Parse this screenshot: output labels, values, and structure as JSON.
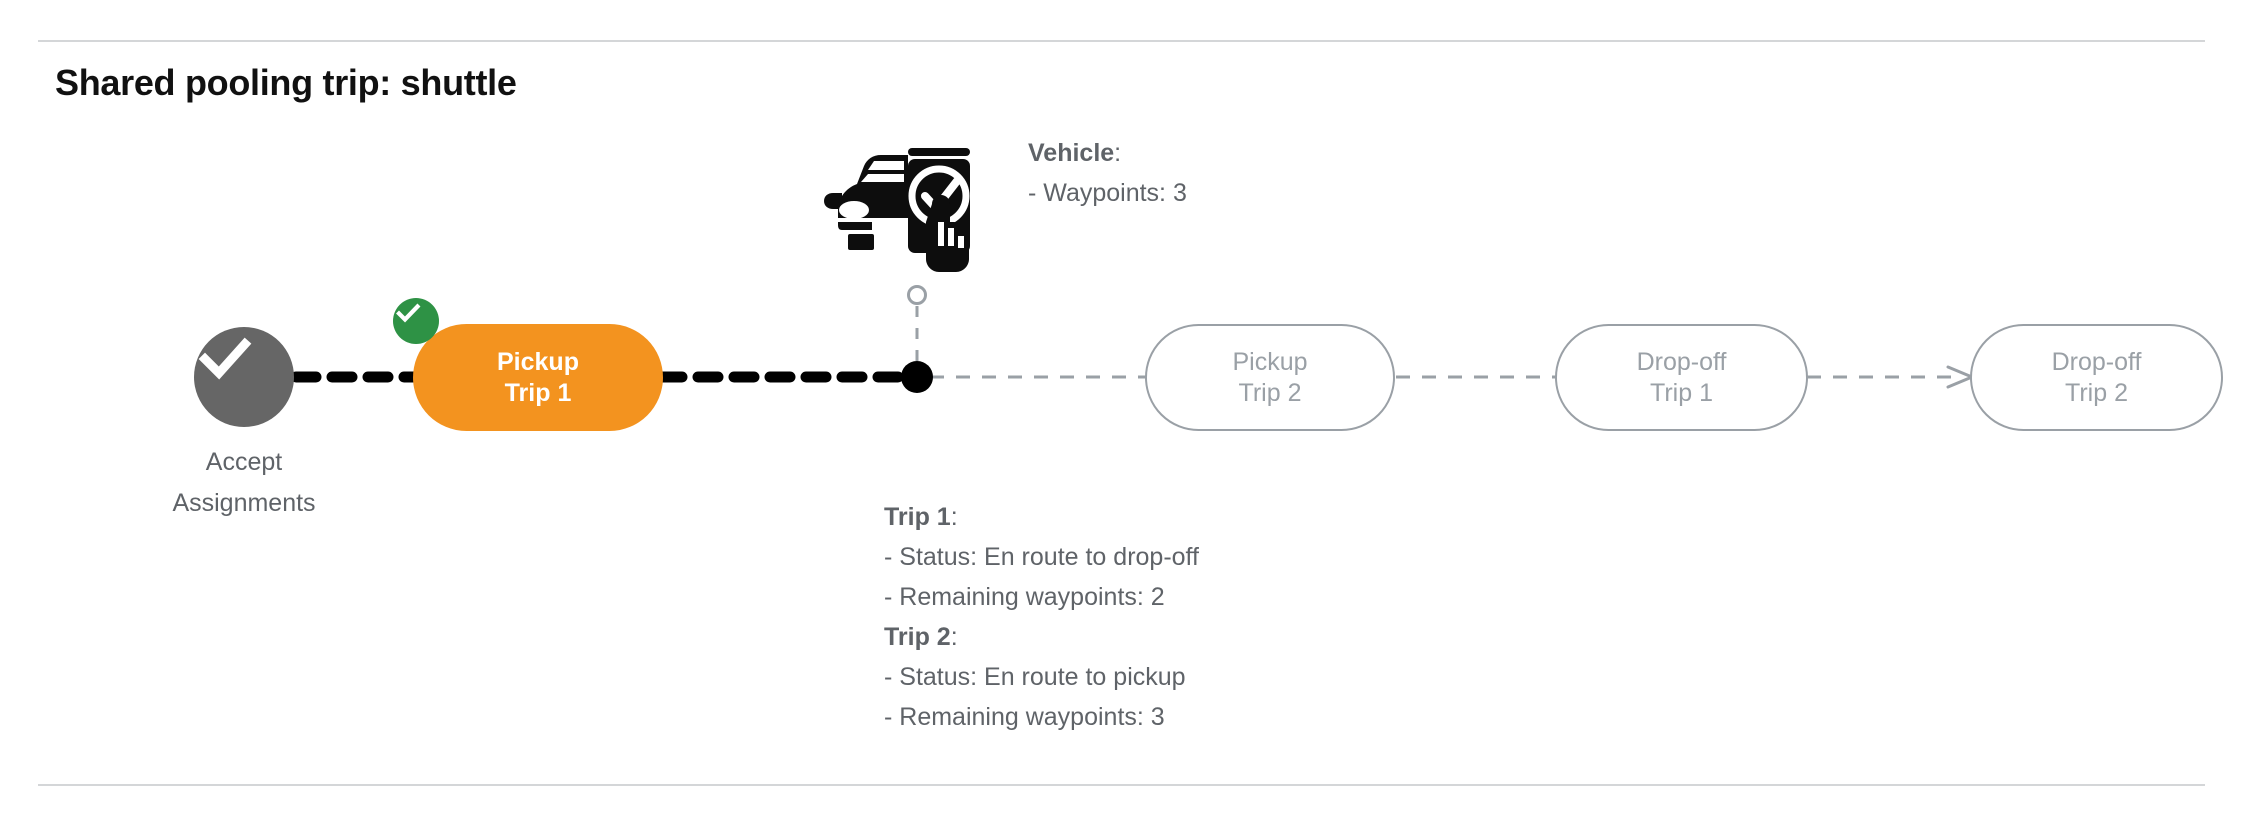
{
  "page": {
    "title": "Shared pooling trip: shuttle",
    "background": "#ffffff",
    "divider_color": "#d4d6d8"
  },
  "colors": {
    "active_node": "#f3931f",
    "completed_node": "#666666",
    "badge_green": "#2e9245",
    "pending_outline": "#9aa0a6",
    "muted_text": "#5f6368",
    "active_text": "#ffffff"
  },
  "flow": {
    "start_node": {
      "label_line1": "Accept",
      "label_line2": "Assignments",
      "icon": "check-icon",
      "state": "completed"
    },
    "nodes": [
      {
        "id": "pickup-trip-1",
        "line1": "Pickup",
        "line2": "Trip 1",
        "state": "active",
        "badge": "check-badge-icon"
      },
      {
        "id": "pickup-trip-2",
        "line1": "Pickup",
        "line2": "Trip 2",
        "state": "pending",
        "badge": null
      },
      {
        "id": "dropoff-trip-1",
        "line1": "Drop-off",
        "line2": "Trip 1",
        "state": "pending",
        "badge": null
      },
      {
        "id": "dropoff-trip-2",
        "line1": "Drop-off",
        "line2": "Trip 2",
        "state": "pending",
        "badge": null
      }
    ],
    "vehicle_marker": {
      "icon": "vehicle-phone-check-icon",
      "marker": "filled-dot-marker",
      "anchor": "hollow-circle-marker"
    }
  },
  "vehicle": {
    "heading": "Vehicle",
    "heading_suffix": ":",
    "waypoints_line": "- Waypoints: 3"
  },
  "trips": [
    {
      "heading": "Trip 1",
      "heading_suffix": ":",
      "status_line": "- Status:  En route to drop-off",
      "waypoints_line": "- Remaining waypoints: 2"
    },
    {
      "heading": "Trip 2",
      "heading_suffix": ":",
      "status_line": "- Status:  En route to pickup",
      "waypoints_line": "- Remaining waypoints: 3"
    }
  ]
}
